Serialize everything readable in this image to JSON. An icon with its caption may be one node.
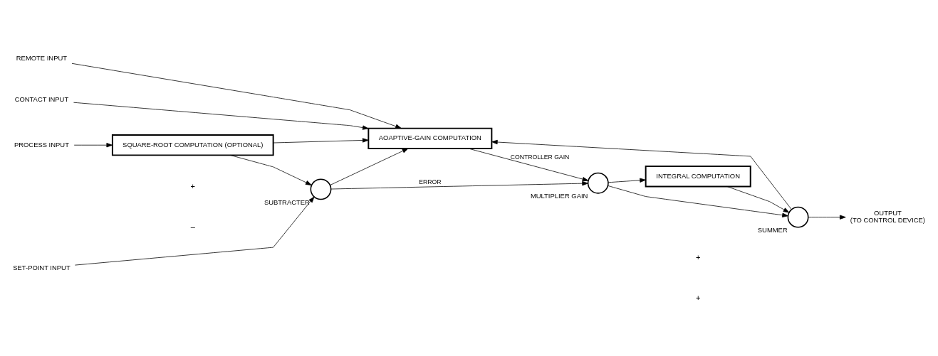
{
  "diagram": {
    "nodes": [
      {
        "text": [
          "CONTACT INPUT"
        ]
      },
      {
        "text": [
          "REMOTE INPUT"
        ]
      },
      {
        "text": [
          "PROCESS INPUT"
        ]
      },
      {
        "text": [
          "SQUARE-ROOT COMPUTATION (OPTIONAL)"
        ]
      },
      {
        "text": [
          "AOAPTIVE-GAIN COMPUTATION"
        ]
      },
      {
        "text": [
          "SET-POINT INPUT"
        ]
      },
      {
        "text": [],
        "shape": "circle",
        "beside": [
          "SUBTRACTER"
        ]
      },
      {
        "text": [],
        "shape": "circle",
        "beside": [
          "MULTIPLIER GAIN"
        ]
      },
      {
        "text": [
          "INTEGRAL COMPUTATION"
        ]
      },
      {
        "text": [],
        "shape": "circle",
        "beside": [
          "SUMMER"
        ]
      },
      {
        "text": [
          "OUTPUT",
          "(TO CONTROL DEVICE)"
        ]
      }
    ],
    "edges": [
      {
        "from": 0,
        "to": 4,
        "arrow": "to"
      },
      {
        "from": 1,
        "to": 4,
        "arrow": "to"
      },
      {
        "from": 2,
        "to": 3,
        "arrow": "to"
      },
      {
        "from": 3,
        "to": 4,
        "arrow": "to"
      },
      {
        "from": 3,
        "to": 6,
        "arrow": "to"
      },
      {
        "from": 5,
        "to": 6,
        "arrow": "to"
      },
      {
        "from": 6,
        "to": 7,
        "arrow": "to",
        "label": "ERROR"
      },
      {
        "from": 6,
        "to": 4,
        "arrow": "to"
      },
      {
        "from": 4,
        "to": 7,
        "arrow": "to",
        "label": "CONTROLLER GAIN"
      },
      {
        "from": 7,
        "to": 8,
        "arrow": "to"
      },
      {
        "from": 7,
        "to": 9,
        "arrow": "to"
      },
      {
        "from": 8,
        "to": 9,
        "arrow": "to"
      },
      {
        "from": 9,
        "to": 10,
        "arrow": "to"
      },
      {
        "from": 9,
        "to": 4,
        "arrow": "to"
      }
    ],
    "labels": [
      "+",
      "–",
      "+",
      "+"
    ]
  }
}
